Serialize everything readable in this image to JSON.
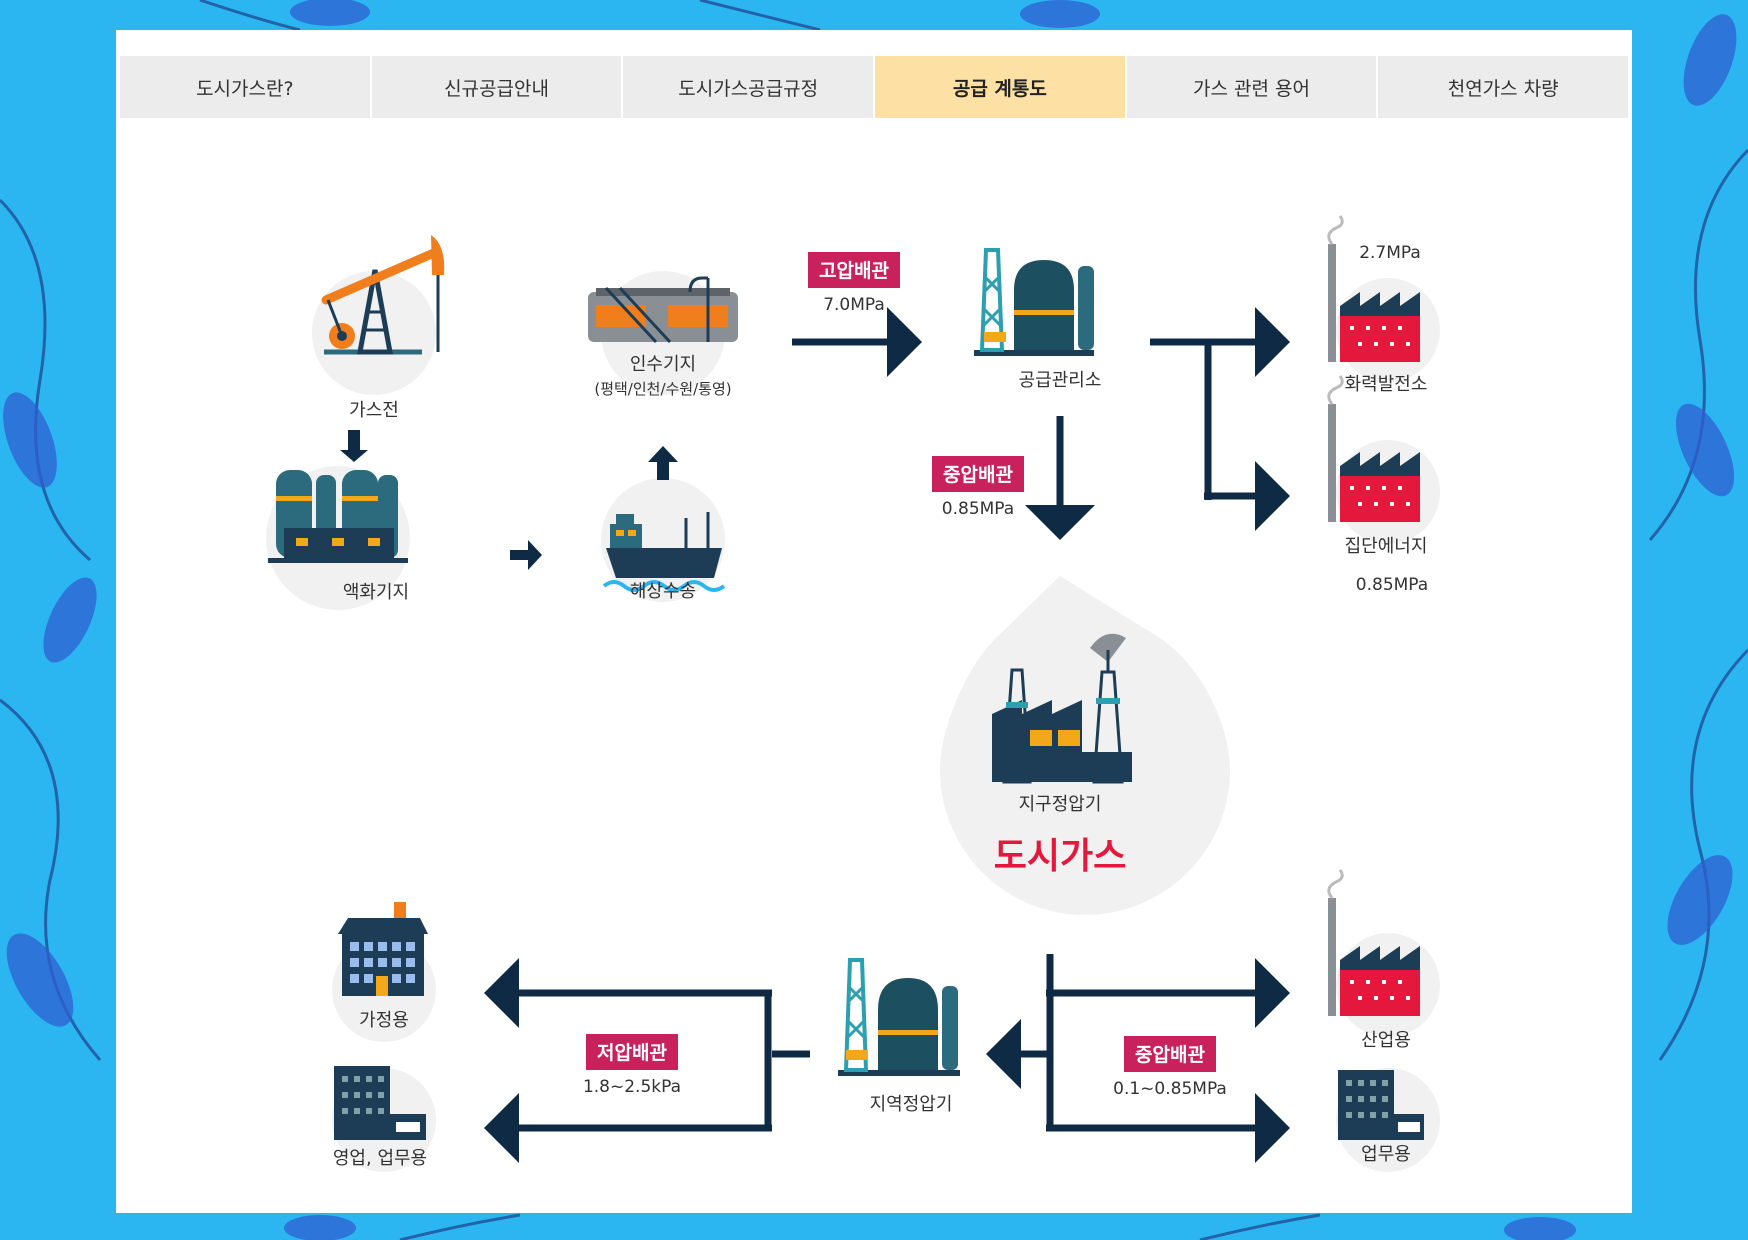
{
  "tabs": [
    {
      "label": "도시가스란?",
      "active": false
    },
    {
      "label": "신규공급안내",
      "active": false
    },
    {
      "label": "도시가스공급규정",
      "active": false
    },
    {
      "label": "공급 계통도",
      "active": true
    },
    {
      "label": "가스 관련 용어",
      "active": false
    },
    {
      "label": "천연가스 차량",
      "active": false
    }
  ],
  "nodes": {
    "gas_field": "가스전",
    "liquefaction_base": "액화기지",
    "sea_transport": "해상수송",
    "receiving_base": "인수기지",
    "receiving_base_sub": "(평택/인천/수원/통영)",
    "supply_office": "공급관리소",
    "power_plant": "화력발전소",
    "district_energy": "집단에너지",
    "district_regulator": "지구정압기",
    "city_gas": "도시가스",
    "regional_regulator": "지역정압기",
    "household": "가정용",
    "commercial_office": "영업, 업무용",
    "industrial": "산업용",
    "office": "업무용"
  },
  "pipes": {
    "high": {
      "label": "고압배관",
      "pressure": "7.0MPa"
    },
    "medium_top": {
      "label": "중압배관",
      "pressure": "0.85MPa"
    },
    "low": {
      "label": "저압배관",
      "pressure": "1.8~2.5kPa"
    },
    "medium_bottom": {
      "label": "중압배관",
      "pressure": "0.1~0.85MPa"
    }
  },
  "pressures": {
    "power_plant": "2.7MPa",
    "district_energy": "0.85MPa"
  },
  "colors": {
    "arrow": "#0f2a44",
    "pipe_badge": "#c8215c",
    "city_gas": "#e4183c",
    "active_tab": "#fde0a3",
    "background": "#2bb6f2"
  }
}
